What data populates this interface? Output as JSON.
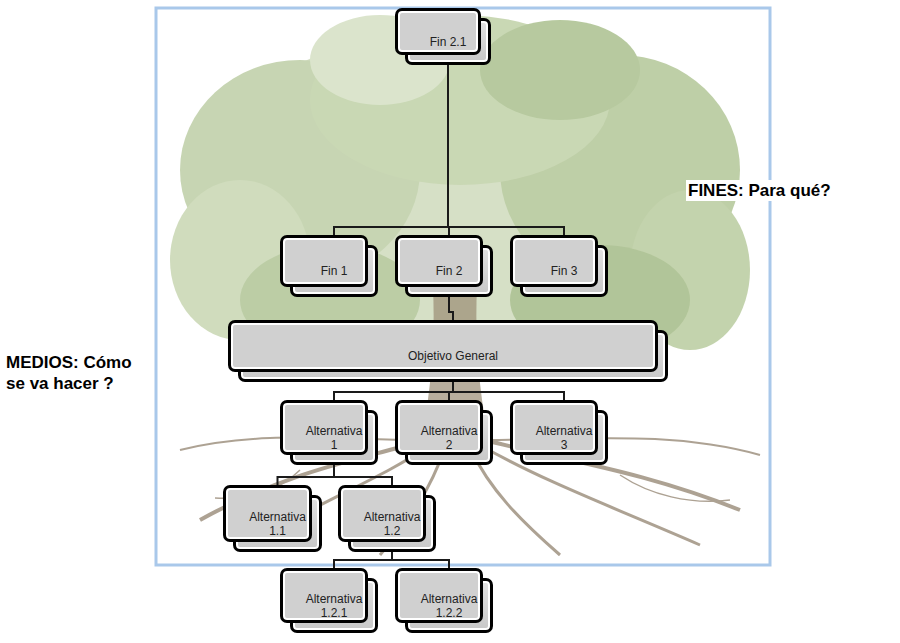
{
  "diagram": {
    "nodes": [
      {
        "text": [
          "Fin 2.1"
        ]
      },
      {
        "text": [
          "Fin 1"
        ]
      },
      {
        "text": [
          "Fin 2"
        ]
      },
      {
        "text": [
          "Fin 3"
        ]
      },
      {
        "text": [
          "Objetivo General"
        ]
      },
      {
        "text": [
          "Alternativa 1"
        ]
      },
      {
        "text": [
          "Alternativa 2"
        ]
      },
      {
        "text": [
          "Alternativa 3"
        ]
      },
      {
        "text": [
          "Alternativa 1.1"
        ]
      },
      {
        "text": [
          "Alternativa 1.2"
        ]
      },
      {
        "text": [
          "Alternativa 1.2.1"
        ]
      },
      {
        "text": [
          "Alternativa 1.2.2"
        ]
      }
    ],
    "edges": [
      {
        "from": 0,
        "to": 1,
        "arrow": "none"
      },
      {
        "from": 0,
        "to": 2,
        "arrow": "none"
      },
      {
        "from": 0,
        "to": 3,
        "arrow": "none"
      },
      {
        "from": 2,
        "to": 4,
        "arrow": "none"
      },
      {
        "from": 4,
        "to": 5,
        "arrow": "none"
      },
      {
        "from": 4,
        "to": 6,
        "arrow": "none"
      },
      {
        "from": 4,
        "to": 7,
        "arrow": "none"
      },
      {
        "from": 5,
        "to": 8,
        "arrow": "none"
      },
      {
        "from": 5,
        "to": 9,
        "arrow": "none"
      },
      {
        "from": 9,
        "to": 10,
        "arrow": "none"
      },
      {
        "from": 9,
        "to": 11,
        "arrow": "none"
      }
    ],
    "labels": [
      "FINES: Para qué?",
      "MEDIOS: Cómo se va hacer ?"
    ]
  }
}
